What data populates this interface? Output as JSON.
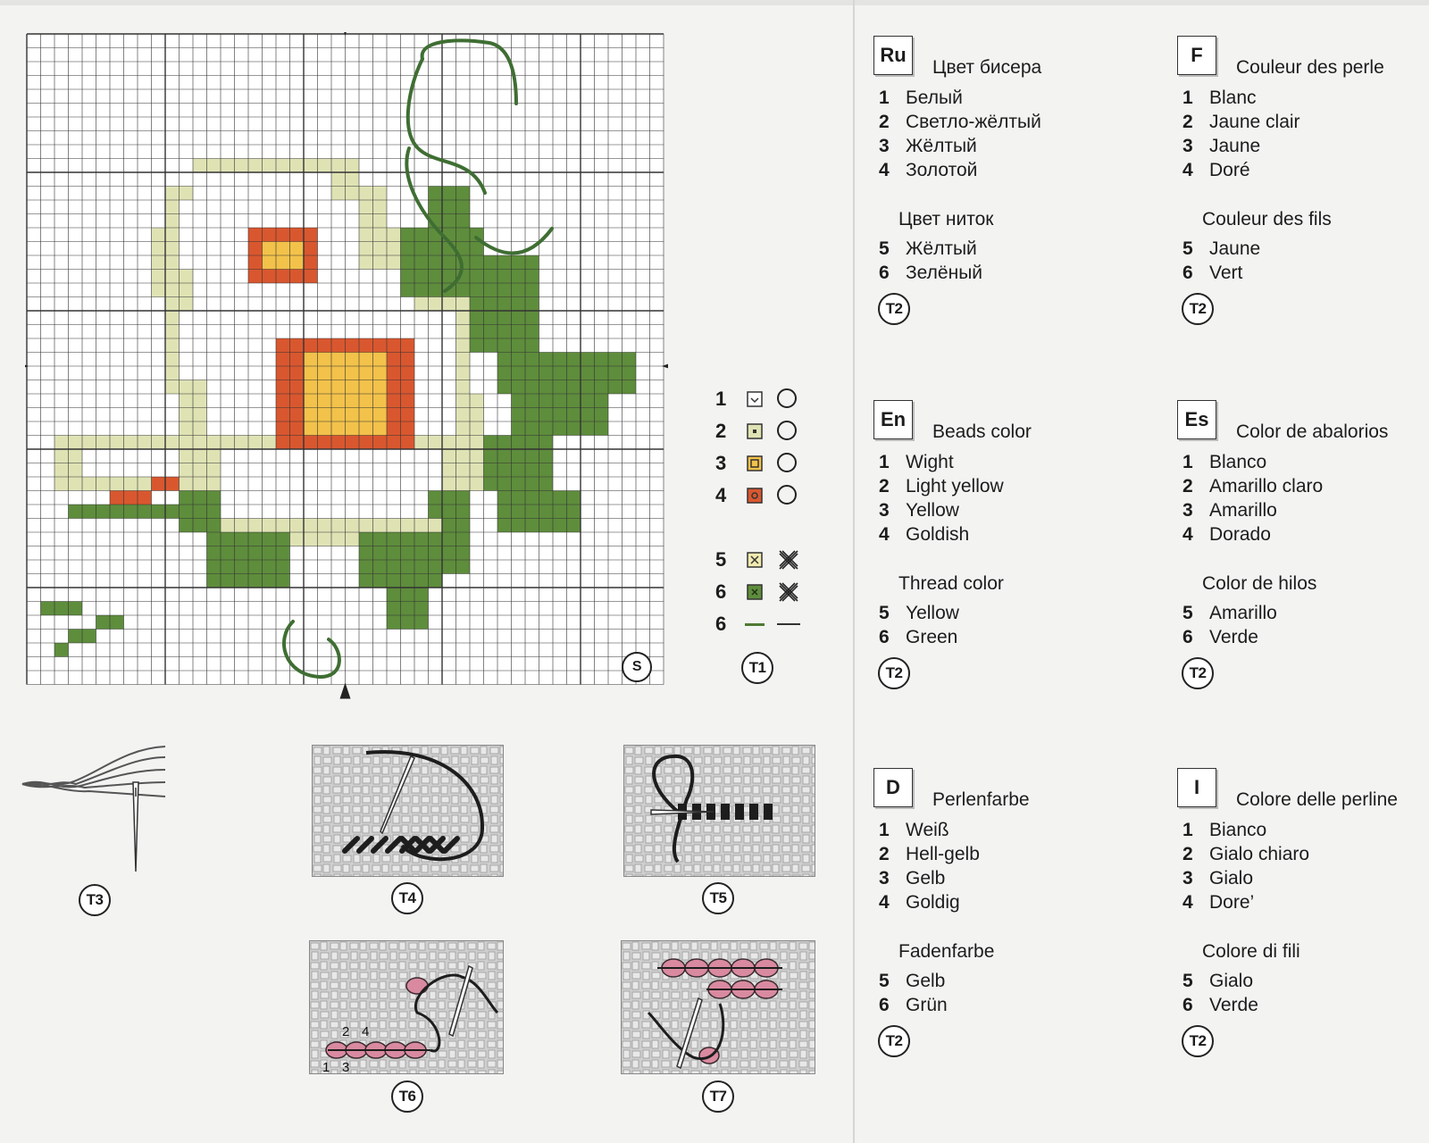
{
  "chart": {
    "size_cols": 46,
    "size_rows": 47,
    "corner_label": "S",
    "colors": {
      "grid_line": "#333333",
      "bead_1_white": "#ffffff",
      "bead_2_light_yellow": "#dfe3b4",
      "bead_3_yellow": "#f2c24a",
      "bead_4_goldish": "#d9572f",
      "thread_5_yellow": "#f0eab0",
      "thread_6_green": "#5e8d3c",
      "stem_line": "#3f6e33"
    }
  },
  "legend": {
    "items": [
      {
        "num": "1",
        "symbol": "bead",
        "swatch_color": "#ffffff"
      },
      {
        "num": "2",
        "symbol": "bead",
        "swatch_color": "#dfe3b4"
      },
      {
        "num": "3",
        "symbol": "bead",
        "swatch_color": "#f2c24a"
      },
      {
        "num": "4",
        "symbol": "bead",
        "swatch_color": "#d9572f"
      },
      {
        "num": "5",
        "symbol": "cross",
        "swatch_color": "#f0eab0"
      },
      {
        "num": "6",
        "symbol": "cross",
        "swatch_color": "#5e8d3c"
      },
      {
        "num": "6",
        "symbol": "backstitch",
        "swatch_color": "#5e8d3c"
      }
    ],
    "technique": "T1"
  },
  "techniques": {
    "t3": "T3",
    "t4": "T4",
    "t5": "T5",
    "t6": "T6",
    "t7": "T7"
  },
  "t6_numbers": {
    "a": "2",
    "b": "4",
    "c": "1",
    "d": "3"
  },
  "languages": [
    {
      "code": "Ru",
      "beads_heading": "Цвет бисера",
      "beads": [
        {
          "n": "1",
          "t": "Белый"
        },
        {
          "n": "2",
          "t": "Светло-жёлтый"
        },
        {
          "n": "3",
          "t": "Жёлтый"
        },
        {
          "n": "4",
          "t": "Золотой"
        }
      ],
      "thread_heading": "Цвет ниток",
      "threads": [
        {
          "n": "5",
          "t": "Жёлтый"
        },
        {
          "n": "6",
          "t": "Зелёный"
        }
      ],
      "technique": "T2"
    },
    {
      "code": "F",
      "beads_heading": "Couleur des perle",
      "beads": [
        {
          "n": "1",
          "t": "Blanc"
        },
        {
          "n": "2",
          "t": "Jaune clair"
        },
        {
          "n": "3",
          "t": "Jaune"
        },
        {
          "n": "4",
          "t": "Doré"
        }
      ],
      "thread_heading": "Couleur des fils",
      "threads": [
        {
          "n": "5",
          "t": "Jaune"
        },
        {
          "n": "6",
          "t": "Vert"
        }
      ],
      "technique": "T2"
    },
    {
      "code": "En",
      "beads_heading": "Beads color",
      "beads": [
        {
          "n": "1",
          "t": "Wight"
        },
        {
          "n": "2",
          "t": "Light yellow"
        },
        {
          "n": "3",
          "t": "Yellow"
        },
        {
          "n": "4",
          "t": "Goldish"
        }
      ],
      "thread_heading": "Thread color",
      "threads": [
        {
          "n": "5",
          "t": "Yellow"
        },
        {
          "n": "6",
          "t": "Green"
        }
      ],
      "technique": "T2"
    },
    {
      "code": "Es",
      "beads_heading": "Color de abalorios",
      "beads": [
        {
          "n": "1",
          "t": "Blanco"
        },
        {
          "n": "2",
          "t": "Amarillo claro"
        },
        {
          "n": "3",
          "t": "Amarillo"
        },
        {
          "n": "4",
          "t": "Dorado"
        }
      ],
      "thread_heading": "Color de hilos",
      "threads": [
        {
          "n": "5",
          "t": "Amarillo"
        },
        {
          "n": "6",
          "t": "Verde"
        }
      ],
      "technique": "T2"
    },
    {
      "code": "D",
      "beads_heading": "Perlenfarbe",
      "beads": [
        {
          "n": "1",
          "t": "Weiß"
        },
        {
          "n": "2",
          "t": "Hell-gelb"
        },
        {
          "n": "3",
          "t": "Gelb"
        },
        {
          "n": "4",
          "t": "Goldig"
        }
      ],
      "thread_heading": "Fadenfarbe",
      "threads": [
        {
          "n": "5",
          "t": "Gelb"
        },
        {
          "n": "6",
          "t": "Grün"
        }
      ],
      "technique": "T2"
    },
    {
      "code": "I",
      "beads_heading": "Colore delle perline",
      "beads": [
        {
          "n": "1",
          "t": "Bianco"
        },
        {
          "n": "2",
          "t": "Gialo chiaro"
        },
        {
          "n": "3",
          "t": "Gialo"
        },
        {
          "n": "4",
          "t": "Dore’"
        }
      ],
      "thread_heading": "Colore di fili",
      "threads": [
        {
          "n": "5",
          "t": "Gialo"
        },
        {
          "n": "6",
          "t": "Verde"
        }
      ],
      "technique": "T2"
    }
  ]
}
